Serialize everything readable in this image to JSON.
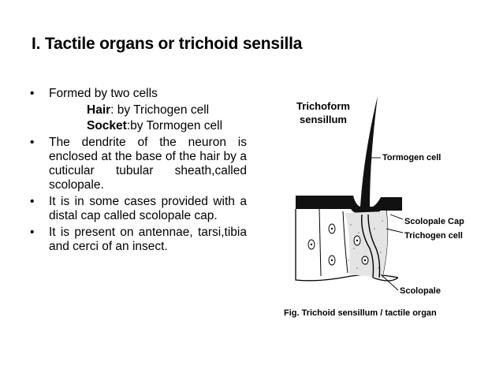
{
  "title": "I. Tactile organs or trichoid sensilla",
  "bullets": {
    "b1": "Formed by two cells",
    "b1_sub1_term": "Hair",
    "b1_sub1_text": ": by Trichogen cell",
    "b1_sub2_term": "Socket",
    "b1_sub2_text": ":by Tormogen cell",
    "b2": "The dendrite of the neuron is enclosed at the base of the hair by a cuticular tubular sheath,called scolopale.",
    "b3": "It is in some cases provided with a distal cap called scolopale cap.",
    "b4": "It is present on antennae, tarsi,tibia and cerci of an insect."
  },
  "figure": {
    "title_line1": "Trichoform",
    "title_line2": "sensillum",
    "label_tormogen": "Tormogen cell",
    "label_scolopale_cap": "Scolopale Cap",
    "label_trichogen": "Trichogen cell",
    "label_scolopale": "Scolopale",
    "caption": "Fig. Trichoid sensillum / tactile organ"
  }
}
